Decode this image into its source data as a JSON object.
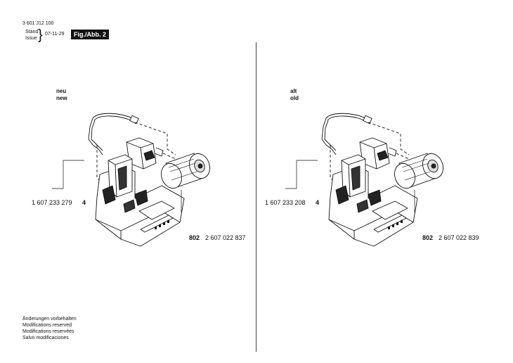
{
  "header": {
    "doc_number": "3 601 J12 100",
    "stand_label": "Stand",
    "issue_label": "Issue",
    "date": "07-11-29",
    "fig_label": "Fig./Abb. 2"
  },
  "left_panel": {
    "label_de": "neu",
    "label_en": "new",
    "housing_part_number": "1 607 233 279",
    "housing_item": "4",
    "motor_item": "802",
    "motor_part_number": "2 607 022 837"
  },
  "right_panel": {
    "label_de": "alt",
    "label_en": "old",
    "housing_part_number": "1 607 233 208",
    "housing_item": "4",
    "motor_item": "802",
    "motor_part_number": "2 607 022 839"
  },
  "footer": {
    "line_de": "Änderungen vorbehalten",
    "line_en": "Modifications reserved",
    "line_fr": "Modifications reservées",
    "line_es": "Salvo modificaciones"
  }
}
